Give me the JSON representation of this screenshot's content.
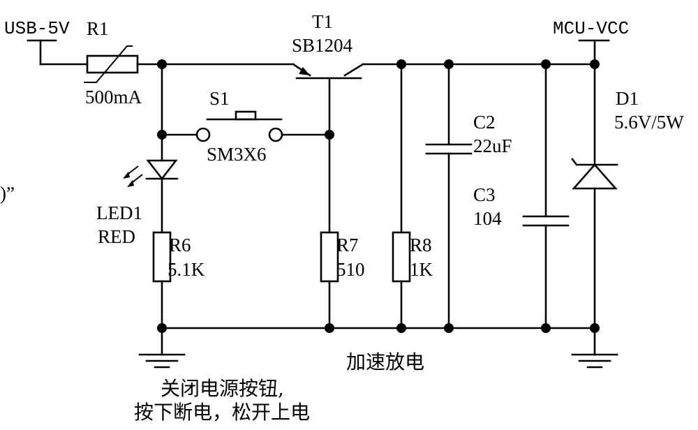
{
  "nets": {
    "input": "USB-5V",
    "output": "MCU-VCC"
  },
  "r1": {
    "ref": "R1",
    "value": "500mA"
  },
  "t1": {
    "ref": "T1",
    "part": "SB1204"
  },
  "s1": {
    "ref": "S1",
    "part": "SM3X6"
  },
  "led1": {
    "ref": "LED1",
    "color": "RED"
  },
  "r6": {
    "ref": "R6",
    "value": "5.1K"
  },
  "r7": {
    "ref": "R7",
    "value": "510"
  },
  "r8": {
    "ref": "R8",
    "value": "1K"
  },
  "c2": {
    "ref": "C2",
    "value": "22uF"
  },
  "c3": {
    "ref": "C3",
    "value": "104"
  },
  "d1": {
    "ref": "D1",
    "value": "5.6V/5W"
  },
  "notes": {
    "fragment": ")”",
    "discharge": "加速放电",
    "button_line1": "关闭电源按钮,",
    "button_line2": "按下断电，松开上电"
  }
}
